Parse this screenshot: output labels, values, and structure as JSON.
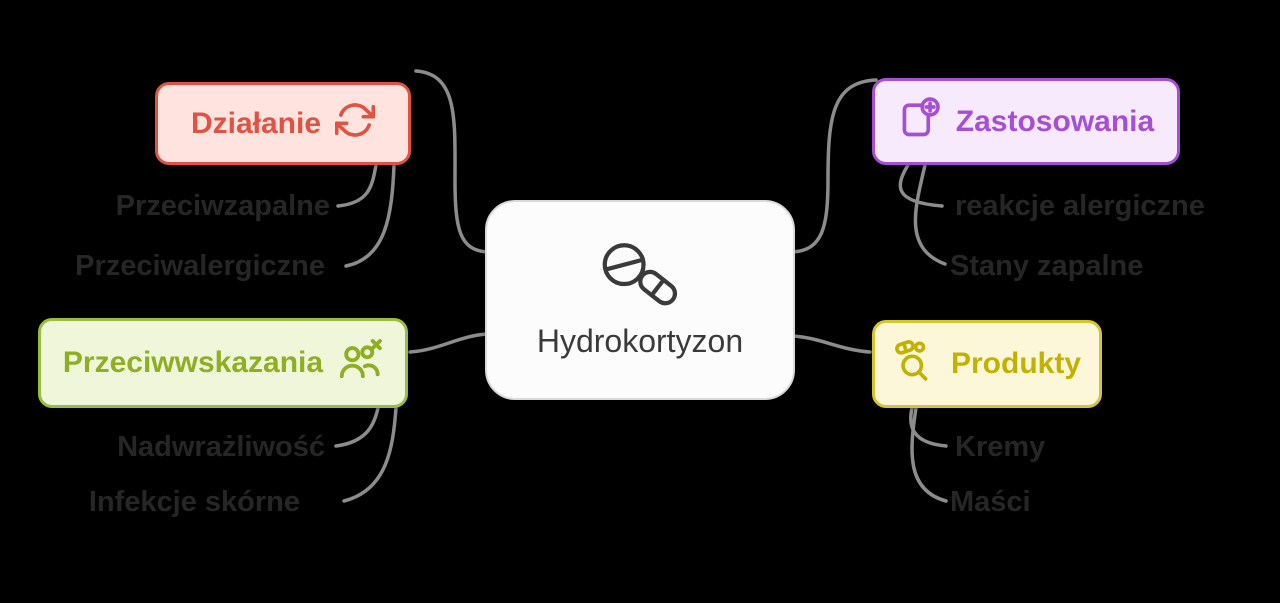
{
  "center": {
    "label": "Hydrokortyzon",
    "icon": "pills-icon"
  },
  "branches": [
    {
      "id": "dzialanie",
      "label": "Działanie",
      "icon": "refresh-cycle-icon",
      "children": [
        {
          "label": "Przeciwzapalne"
        },
        {
          "label": "Przeciwalergiczne"
        }
      ]
    },
    {
      "id": "zastosowania",
      "label": "Zastosowania",
      "icon": "medical-plus-icon",
      "children": [
        {
          "label": "reakcje alergiczne"
        },
        {
          "label": "Stany zapalne"
        }
      ]
    },
    {
      "id": "przeciwwskazania",
      "label": "Przeciwwskazania",
      "icon": "users-x-icon",
      "children": [
        {
          "label": "Nadwrażliwość"
        },
        {
          "label": "Infekcje skórne"
        }
      ]
    },
    {
      "id": "produkty",
      "label": "Produkty",
      "icon": "pills-search-icon",
      "children": [
        {
          "label": "Kremy"
        },
        {
          "label": "Maści"
        }
      ]
    }
  ],
  "colors": {
    "background": "#000000",
    "connector": "#8c8c8c",
    "center_bg": "#fcfcfc",
    "center_border": "#d9d9d9",
    "center_text": "#3a3a3a",
    "sublabel_text": "#262626",
    "dzialanie": {
      "bg": "#ffe3de",
      "border": "#e05243",
      "text": "#e05243"
    },
    "zastosowania": {
      "bg": "#f6eafc",
      "border": "#a64fd6",
      "text": "#a64fd6"
    },
    "przeciwwskazania": {
      "bg": "#eff6da",
      "border": "#97bf3f",
      "text": "#8fae22"
    },
    "produkty": {
      "bg": "#fcf7d9",
      "border": "#d6c530",
      "text": "#c3b100"
    }
  }
}
